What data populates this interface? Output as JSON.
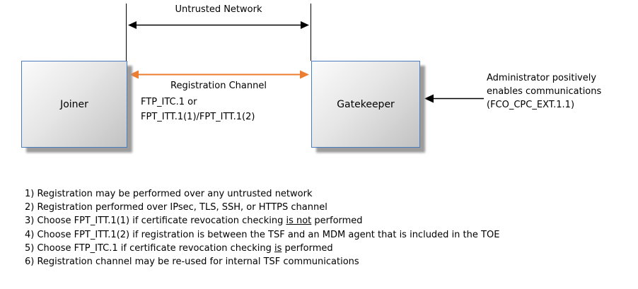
{
  "diagram": {
    "untrusted_network_label": "Untrusted Network",
    "nodes": {
      "joiner": {
        "label": "Joiner"
      },
      "gatekeeper": {
        "label": "Gatekeeper"
      }
    },
    "registration_channel": {
      "title": "Registration Channel",
      "protocol_line1": "FTP_ITC.1 or",
      "protocol_line2": "FPT_ITT.1(1)/FPT_ITT.1(2)"
    },
    "admin_annotation": {
      "line1": "Administrator positively",
      "line2": "enables communications",
      "line3": "(FCO_CPC_EXT.1.1)"
    }
  },
  "colors": {
    "line": "#000000",
    "registration_arrow": "#ED7D31",
    "box_border": "#4A7DBD",
    "box_fill_light": "#FBFBFB",
    "box_fill_dark": "#C2C2C2",
    "box_shadow": "#9C9C9C"
  },
  "notes": [
    {
      "pre": "1) Registration may be performed over any untrusted network",
      "u": "",
      "post": ""
    },
    {
      "pre": "2) Registration performed over IPsec, TLS, SSH, or HTTPS channel",
      "u": "",
      "post": ""
    },
    {
      "pre": "3) Choose FPT_ITT.1(1) if certificate revocation checking ",
      "u": "is not",
      "post": " performed"
    },
    {
      "pre": "4) Choose FPT_ITT.1(2) if registration is between the TSF and an MDM agent that is included in the TOE",
      "u": "",
      "post": ""
    },
    {
      "pre": "5) Choose FTP_ITC.1 if certificate revocation checking ",
      "u": "is",
      "post": " performed"
    },
    {
      "pre": "6) Registration channel may be re-used for internal TSF communications",
      "u": "",
      "post": ""
    }
  ]
}
